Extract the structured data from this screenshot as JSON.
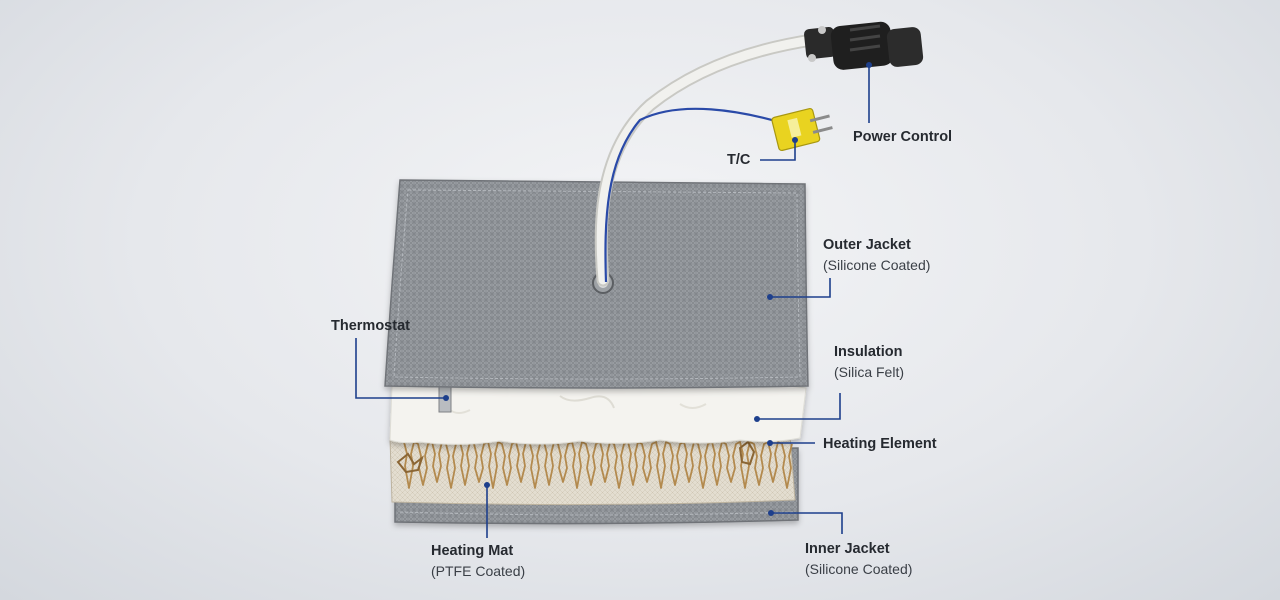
{
  "callouts": {
    "power_control": {
      "title": "Power Control"
    },
    "tc": {
      "title": "T/C"
    },
    "outer_jacket": {
      "title": "Outer Jacket",
      "subtitle": "(Silicone Coated)"
    },
    "thermostat": {
      "title": "Thermostat"
    },
    "insulation": {
      "title": "Insulation",
      "subtitle": "(Silica Felt)"
    },
    "heating_element": {
      "title": "Heating Element"
    },
    "heating_mat": {
      "title": "Heating Mat",
      "subtitle": "(PTFE Coated)"
    },
    "inner_jacket": {
      "title": "Inner Jacket",
      "subtitle": "(Silicone Coated)"
    }
  },
  "colors": {
    "leader_line": "#1d3f8c",
    "label_text": "#262a30",
    "jacket_fabric": "#8d9196",
    "insulation_felt": "#f4f3ef",
    "heating_mat": "#e3ddd0",
    "heating_wire": "#b38a4e",
    "thermocouple_connector": "#e9d320",
    "cable": "#e6e6e2",
    "tc_wire": "#2a4aa8",
    "power_connector": "#222222"
  }
}
